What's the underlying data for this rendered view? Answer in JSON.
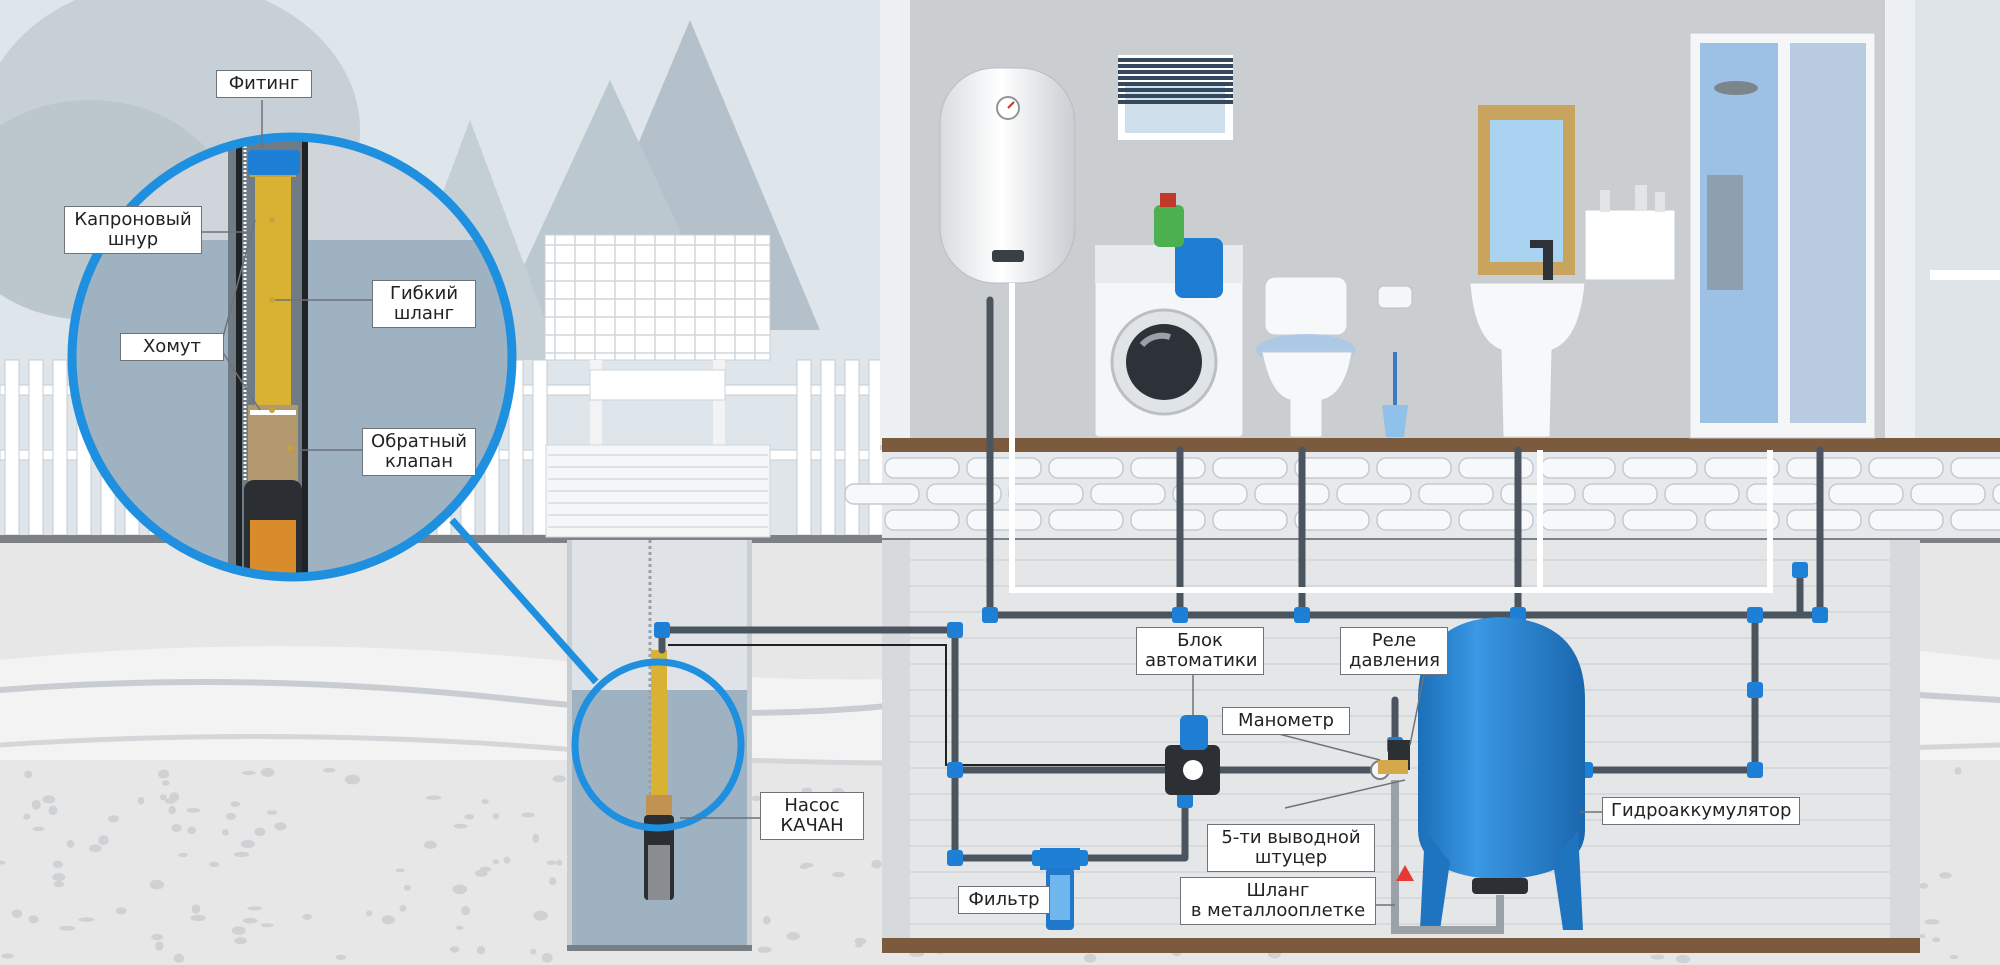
{
  "labels": {
    "fitting": "Фитинг",
    "nylon_cord": "Капроновый\nшнур",
    "flexible_hose": "Гибкий\nшланг",
    "clamp": "Хомут",
    "check_valve": "Обратный\nклапан",
    "pump": "Насос\nКАЧАН",
    "automation_unit": "Блок\nавтоматики",
    "pressure_relay": "Реле\nдавления",
    "manometer": "Манометр",
    "five_way_fitting": "5-ти выводной\nштуцер",
    "hydroaccumulator": "Гидроаккумулятор",
    "filter": "Фильтр",
    "braided_hose": "Шланг\nв металлооплетке"
  },
  "colors": {
    "pipe": "#4a5560",
    "coupling": "#1e7fd6",
    "tank": "#2a86d4",
    "water": "#9fb2c2",
    "lens_ring": "#1f8fe0",
    "hose": "#d9b234"
  },
  "icons": {
    "water_heater": "boiler-icon",
    "washing_machine": "washing-machine-icon",
    "toilet": "toilet-icon",
    "sink": "sink-icon",
    "shower": "shower-cabin-icon",
    "pump": "submersible-pump-icon"
  }
}
